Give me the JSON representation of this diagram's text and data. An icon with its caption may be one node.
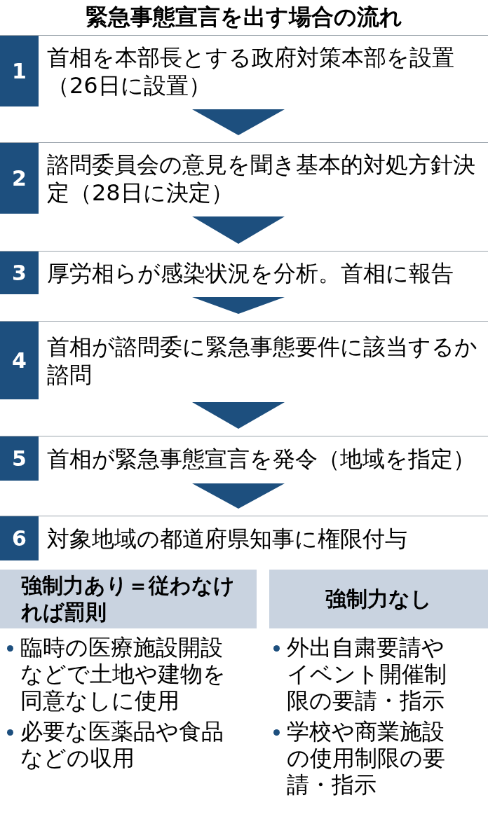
{
  "diagram": {
    "title": "緊急事態宣言を出す場合の流れ",
    "nodes": [
      {
        "text": [
          "1",
          "首相を本部長とする政府対策本部を設置（26日に設置）"
        ]
      },
      {
        "text": [
          "2",
          "諮問委員会の意見を聞き基本的対処方針決定（28日に決定）"
        ]
      },
      {
        "text": [
          "3",
          "厚労相らが感染状況を分析。首相に報告"
        ]
      },
      {
        "text": [
          "4",
          "首相が諮問委に緊急事態要件に該当するか諮問"
        ]
      },
      {
        "text": [
          "5",
          "首相が緊急事態宣言を発令（地域を指定）"
        ]
      },
      {
        "text": [
          "6",
          "対象地域の都道府県知事に権限付与"
        ]
      },
      {
        "text": [
          "強制力あり＝従わなければ罰則"
        ]
      },
      {
        "text": [
          "強制力なし"
        ]
      }
    ],
    "edges": [
      {
        "from": 0,
        "to": 1,
        "arrow": "to"
      },
      {
        "from": 1,
        "to": 2,
        "arrow": "to"
      },
      {
        "from": 2,
        "to": 3,
        "arrow": "to"
      },
      {
        "from": 3,
        "to": 4,
        "arrow": "to"
      },
      {
        "from": 4,
        "to": 5,
        "arrow": "to"
      }
    ],
    "labels": [
      "臨時の医療施設開設などで土地や建物を同意なしに使用",
      "必要な医薬品や食品などの収用",
      "外出自粛要請やイベント開催制限の要請・指示",
      "学校や商業施設の使用制限の要請・指示"
    ]
  }
}
